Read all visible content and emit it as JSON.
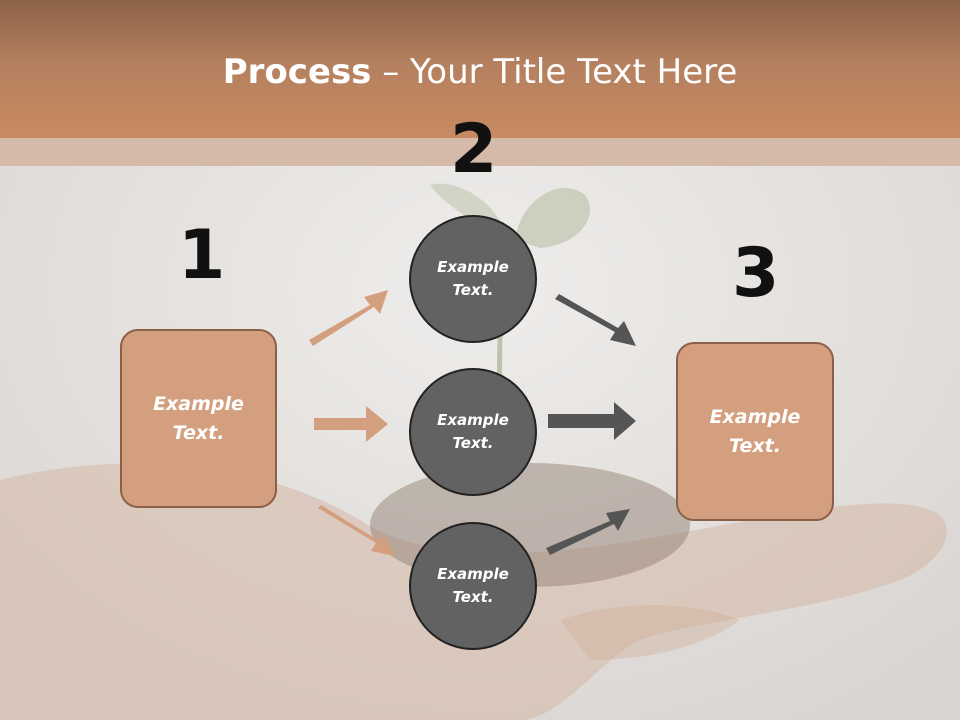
{
  "title": {
    "bold": "Process",
    "rest": " – Your Title Text Here"
  },
  "numbers": [
    "1",
    "2",
    "3"
  ],
  "left_box": {
    "line1": "Example",
    "line2": "Text."
  },
  "circles": [
    {
      "line1": "Example",
      "line2": "Text."
    },
    {
      "line1": "Example",
      "line2": "Text."
    },
    {
      "line1": "Example",
      "line2": "Text."
    }
  ],
  "right_box": {
    "line1": "Example",
    "line2": "Text."
  },
  "colors": {
    "header": "#c98a61",
    "box": "#d49f7e",
    "circle": "#626262",
    "arrow_light": "#d49f7e",
    "arrow_dark": "#555555"
  }
}
